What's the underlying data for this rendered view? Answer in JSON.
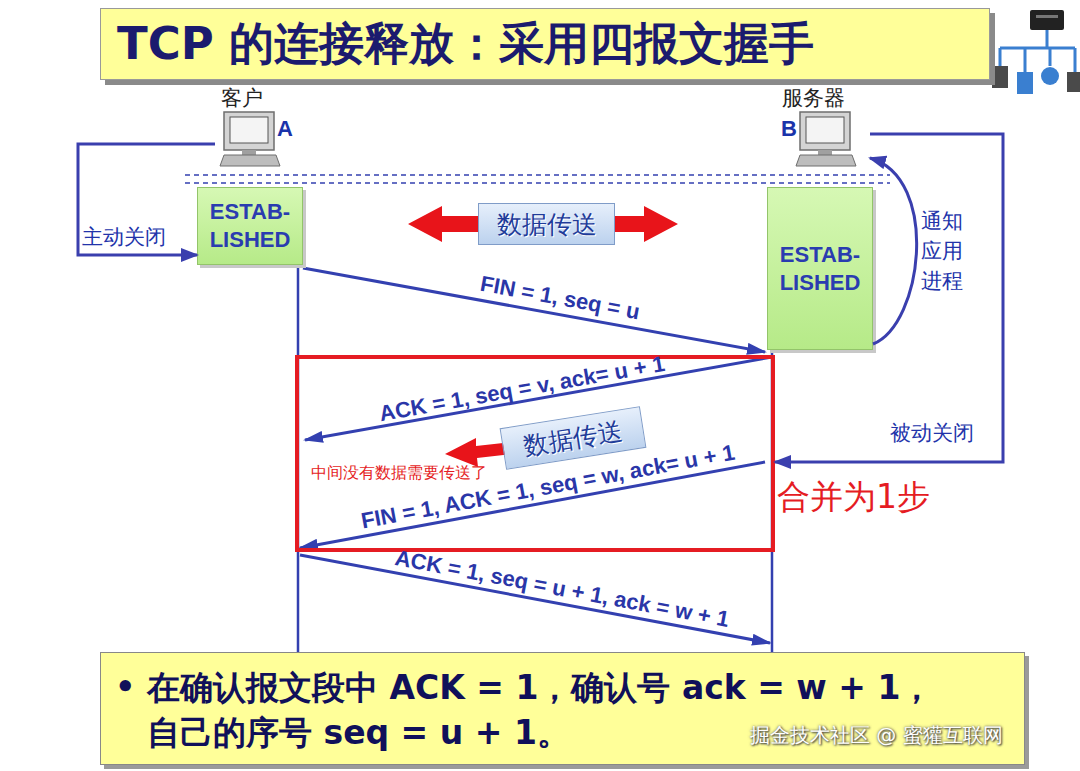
{
  "diagram": {
    "title": "TCP 的连接释放：采用四报文握手",
    "nodes": [
      {
        "text": [
          "客户",
          "A"
        ]
      },
      {
        "text": [
          "服务器",
          "B"
        ]
      },
      {
        "text": [
          "ESTAB- LISHED"
        ]
      },
      {
        "text": [
          "数据传送"
        ]
      },
      {
        "text": [
          "ESTAB- LISHED"
        ]
      },
      {
        "text": [
          "合并为1步"
        ]
      },
      {
        "text": [
          "数据传送"
        ],
        "in": 5
      },
      {
        "text": [
          "•",
          "在确认报文段中 ACK = 1，确认号 ack = w + 1， 自己的序号 seq = u + 1。"
        ]
      }
    ],
    "edges": [
      {
        "from": 0,
        "to": 2,
        "label": "主动关闭",
        "arrow": "to"
      },
      {
        "from": 4,
        "to": 1,
        "label": "通知 应用 进程",
        "arrow": "to"
      },
      {
        "from": 1,
        "to": 5,
        "label": "被动关闭",
        "arrow": "to"
      }
    ],
    "labels": [
      "中间没有数据需要传送了",
      "FIN = 1, seq = u",
      "ACK = 1, seq = v, ack= u + 1",
      "FIN = 1, ACK = 1, seq = w, ack= u + 1",
      "ACK = 1, seq = u + 1, ack = w + 1",
      "掘金技术社区 @ 蜜獾互联网"
    ]
  }
}
